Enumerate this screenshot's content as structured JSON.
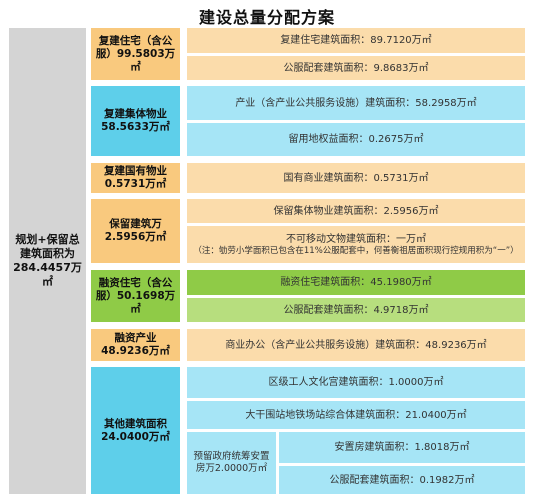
{
  "title": "建设总量分配方案",
  "root": {
    "label": "规划+保留总建筑面积为284.4457万㎡"
  },
  "groups": [
    {
      "label": "复建住宅（含公服）99.5803万㎡",
      "items": [
        "复建住宅建筑面积：89.7120万㎡",
        "公服配套建筑面积：9.8683万㎡"
      ]
    },
    {
      "label": "复建集体物业58.5633万㎡",
      "items": [
        "产业（含产业公共服务设施）建筑面积：58.2958万㎡",
        "留用地权益面积：0.2675万㎡"
      ]
    },
    {
      "label": "复建国有物业0.5731万㎡",
      "items": [
        "国有商业建筑面积：0.5731万㎡"
      ]
    },
    {
      "label": "保留建筑万2.5956万㎡",
      "items": [
        "保留集体物业建筑面积：2.5956万㎡",
        "不可移动文物建筑面积：一万㎡"
      ],
      "note": "（注：劬劳小学面积已包含在11%公服配套中，何善衡祖居面积现行控规用积为“一”）"
    },
    {
      "label": "融资住宅（含公服）50.1698万㎡",
      "items": [
        "融资住宅建筑面积：45.1980万㎡",
        "公服配套建筑面积：4.9718万㎡"
      ]
    },
    {
      "label": "融资产业48.9236万㎡",
      "items": [
        "商业办公（含产业公共服务设施）建筑面积：48.9236万㎡"
      ]
    },
    {
      "label": "其他建筑面积24.0400万㎡",
      "items": [
        "区级工人文化宫建筑面积：1.0000万㎡",
        "大干围站地铁场站综合体建筑面积：21.0400万㎡"
      ],
      "sub": {
        "label": "预留政府统筹安置房万2.0000万㎡",
        "items": [
          "安置房建筑面积：1.8018万㎡",
          "公服配套建筑面积：0.1982万㎡"
        ]
      }
    }
  ]
}
